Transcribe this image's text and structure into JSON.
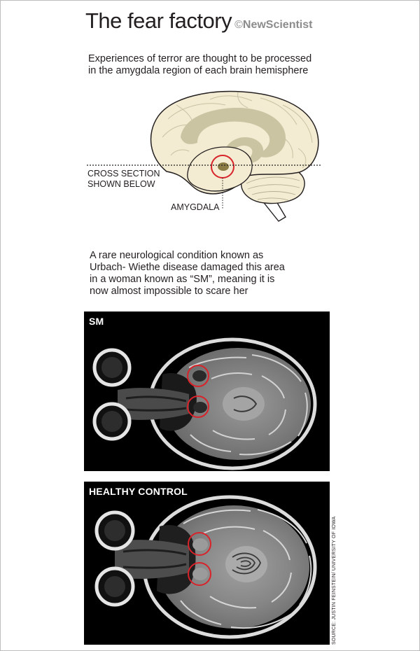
{
  "title": "The fear factory",
  "credit": {
    "symbol": "©",
    "brand": "NewScientist"
  },
  "intro_lines": [
    "Experiences of terror are thought to be processed",
    "in the amygdala region of each brain hemisphere"
  ],
  "brain_labels": {
    "cross_section": [
      "CROSS SECTION",
      "SHOWN BELOW"
    ],
    "amygdala": "AMYGDALA"
  },
  "condition_lines": [
    "A rare neurological condition known as",
    "Urbach- Wiethe disease damaged this area",
    "in a woman known as “SM”, meaning it is",
    "now almost impossible to scare her"
  ],
  "scans": [
    {
      "label": "SM"
    },
    {
      "label": "HEALTHY CONTROL"
    }
  ],
  "source": "SOURCE: JUSTIN FEINSTEIN/ UNIVERSITY OF IOWA",
  "colors": {
    "highlight_ring": "#d8232a",
    "brain_fill": "#f3ecd2",
    "limbic_fill": "#cbc4a2",
    "amygdala_fill": "#8b7b45",
    "credit_grey": "#8c8c8c"
  }
}
